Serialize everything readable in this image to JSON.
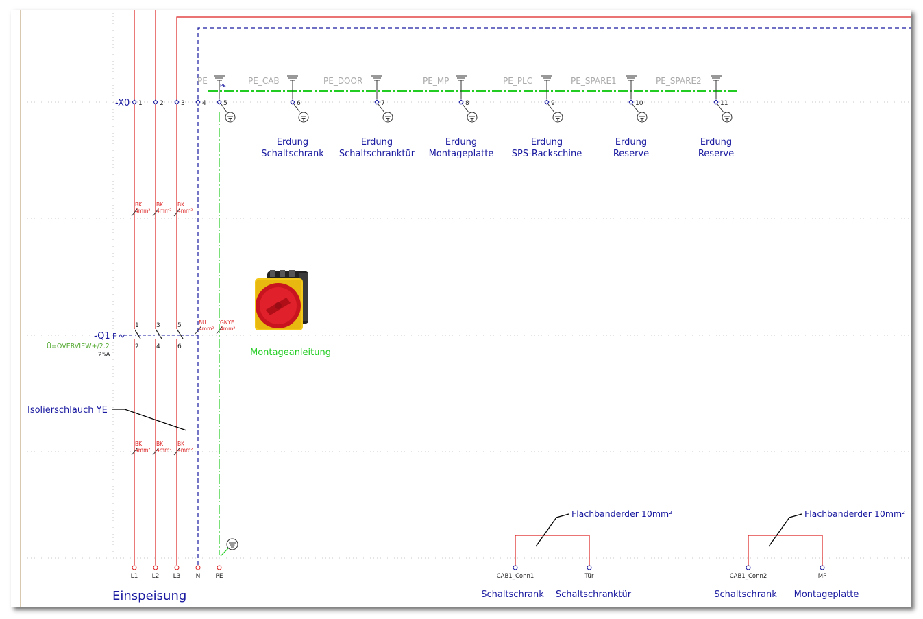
{
  "terminal_strip": {
    "label": "-X0",
    "terminals": [
      "1",
      "2",
      "3",
      "4",
      "5",
      "6",
      "7",
      "8",
      "9",
      "10",
      "11"
    ]
  },
  "pe_labels": [
    "PE",
    "PE_CAB",
    "PE_DOOR",
    "PE_MP",
    "PE_PLC",
    "PE_SPARE1",
    "PE_SPARE2"
  ],
  "pe_symbol_tag": "PE",
  "earth_descriptions": [
    {
      "line1": "Erdung",
      "line2": "Schaltschrank"
    },
    {
      "line1": "Erdung",
      "line2": "Schaltschranktür"
    },
    {
      "line1": "Erdung",
      "line2": "Montageplatte"
    },
    {
      "line1": "Erdung",
      "line2": "SPS-Rackschine"
    },
    {
      "line1": "Erdung",
      "line2": "Reserve"
    },
    {
      "line1": "Erdung",
      "line2": "Reserve"
    }
  ],
  "wire_tags_top": [
    {
      "color": "BK",
      "size": "4mm²"
    },
    {
      "color": "BK",
      "size": "4mm²"
    },
    {
      "color": "BK",
      "size": "4mm²"
    }
  ],
  "wire_tags_mid": [
    {
      "color": "BU",
      "size": "4mm²"
    },
    {
      "color": "GNYE",
      "size": "4mm²"
    }
  ],
  "wire_tags_bottom": [
    {
      "color": "BK",
      "size": "4mm²"
    },
    {
      "color": "BK",
      "size": "4mm²"
    },
    {
      "color": "BK",
      "size": "4mm²"
    }
  ],
  "switch": {
    "label": "-Q1",
    "reference": "Ü=OVERVIEW+/2.2",
    "rating": "25A",
    "pins_top": [
      "1",
      "3",
      "5"
    ],
    "pins_bottom": [
      "2",
      "4",
      "6"
    ]
  },
  "manual_link": "Montageanleitung",
  "insulation_note": "Isolierschlauch YE",
  "supply_terminals": [
    "L1",
    "L2",
    "L3",
    "N",
    "PE"
  ],
  "supply_title": "Einspeisung",
  "earth_straps": [
    {
      "label": "Flachbanderder 10mm²",
      "conn_left": "CAB1_Conn1",
      "conn_right": "Tür",
      "desc_left": "Schaltschrank",
      "desc_right": "Schaltschranktür"
    },
    {
      "label": "Flachbanderder 10mm²",
      "conn_left": "CAB1_Conn2",
      "conn_right": "MP",
      "desc_left": "Schaltschrank",
      "desc_right": "Montageplatte"
    }
  ],
  "colors": {
    "phase_wire": "#dd2222",
    "neutral_wire": "#1a1aa0",
    "pe_wire": "#22cc22",
    "label_blue": "#1a1aa0",
    "pe_label_gray": "#aaaaaa",
    "tag_red": "#dd2222",
    "reference_green": "#55aa33"
  }
}
